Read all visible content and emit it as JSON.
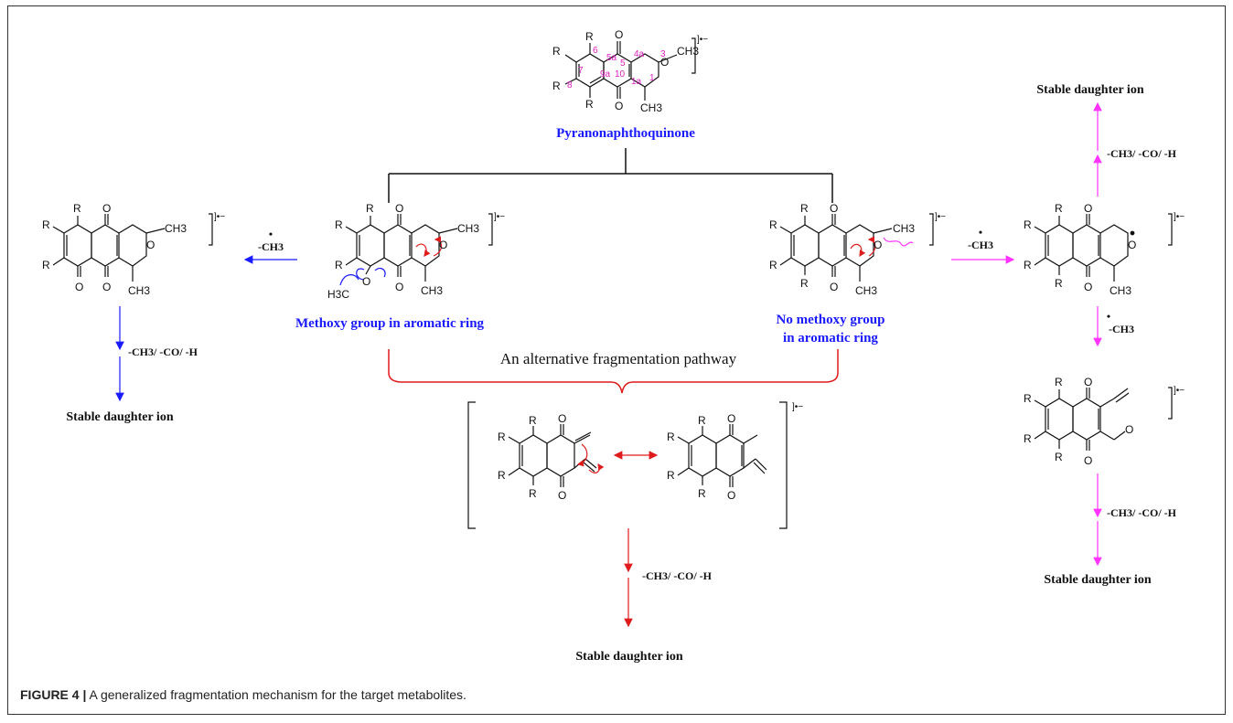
{
  "figure": {
    "caption_label": "FIGURE 4 |",
    "caption_text": " A generalized fragmentation mechanism for the target metabolites."
  },
  "compounds": {
    "top_name": "Pyranonaphthoquinone",
    "methoxy_label": "Methoxy group in aromatic ring",
    "no_methoxy_line1": "No methoxy group",
    "no_methoxy_line2": "in aromatic ring",
    "alternative_pathway": "An alternative fragmentation pathway"
  },
  "labels": {
    "loss_ch3_radical": "-CH3",
    "loss_combo": "-CH3/ -CO/ -H",
    "stable_ion": "Stable daughter ion",
    "sub_R": "R",
    "atom_O": "O",
    "methyl": "CH3",
    "methoxy": "H3C",
    "radical_anion": "]•−"
  },
  "numbering": [
    "6",
    "5a",
    "5",
    "4a",
    "3",
    "7",
    "8",
    "9a",
    "10",
    "1a",
    "1"
  ],
  "colors": {
    "blue_path": "#1a1aff",
    "pink_path": "#ff33ff",
    "red_path": "#e01b1b",
    "black": "#111111",
    "numbering": "#e020c0"
  }
}
